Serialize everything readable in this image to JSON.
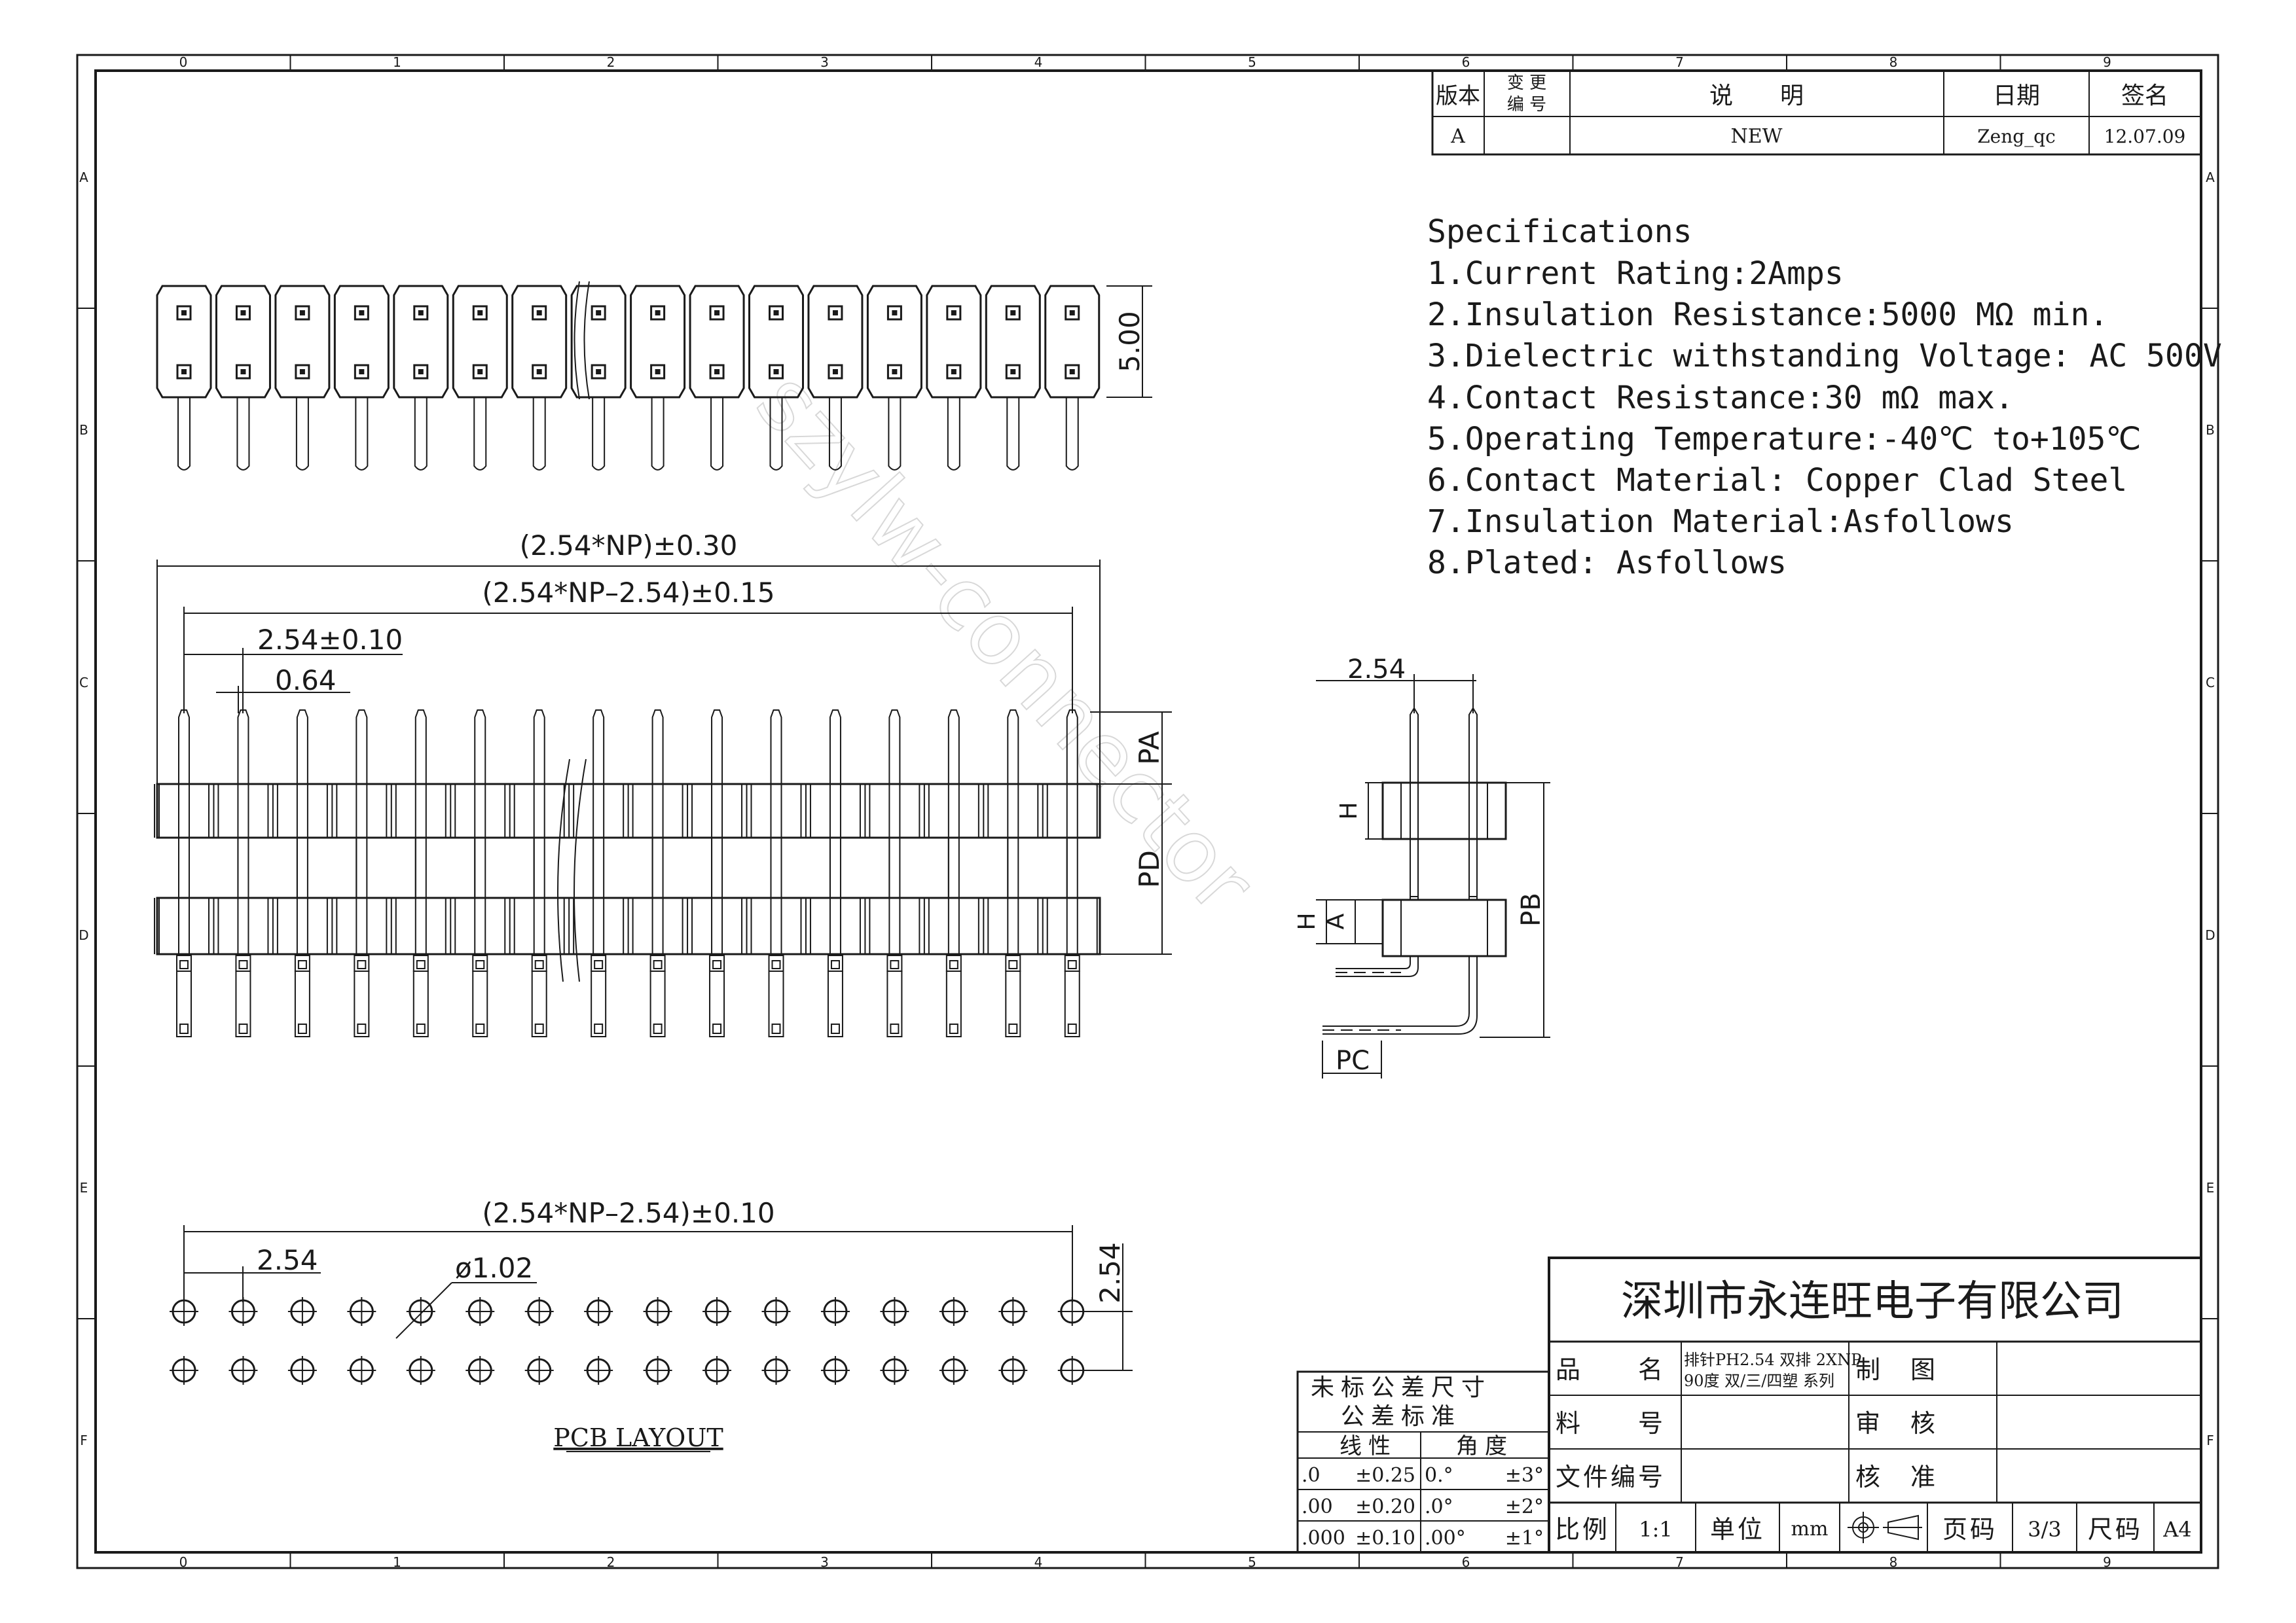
{
  "revision_block": {
    "headers": {
      "version": "版本",
      "change_no": "变 更\n编 号",
      "description": "说　　明",
      "date": "日期",
      "signature": "签名"
    },
    "row": {
      "version": "A",
      "change_no": "",
      "description": "NEW",
      "date": "Zeng_qc",
      "signature": "12.07.09"
    }
  },
  "grid_labels": {
    "columns": [
      "0",
      "1",
      "2",
      "3",
      "4",
      "5",
      "6",
      "7",
      "8",
      "9"
    ],
    "rows": [
      "A",
      "B",
      "C",
      "D",
      "E",
      "F"
    ]
  },
  "specifications": {
    "title": "Specifications",
    "items": [
      "1.Current Rating:2Amps",
      "2.Insulation Resistance:5000 MΩ min.",
      "3.Dielectric withstanding Voltage: AC 500V",
      "4.Contact Resistance:30 mΩ max.",
      "5.Operating Temperature:-40℃ to+105℃",
      "6.Contact Material: Copper Clad Steel",
      "7.Insulation Material:Asfollows",
      "8.Plated: Asfollows"
    ]
  },
  "dimensions": {
    "top_height": "5.00",
    "overall_length": "(2.54*NP)±0.30",
    "pitch_span": "(2.54*NP–2.54)±0.15",
    "pitch": "2.54±0.10",
    "pin_width": "0.64",
    "pa": "PA",
    "pd": "PD",
    "side_pitch": "2.54",
    "h_upper": "H",
    "h_lower": "H",
    "a": "A",
    "pb": "PB",
    "pc": "PC",
    "pcb_span": "(2.54*NP–2.54)±0.10",
    "pcb_pitch": "2.54",
    "hole_dia": "ø1.02",
    "pcb_row_pitch": "2.54",
    "pcb_layout_label": "PCB LAYOUT"
  },
  "tolerance_block": {
    "title_line1": "未标公差尺寸",
    "title_line2": "公差标准",
    "col_linear": "线性",
    "col_angle": "角度",
    "rows": [
      {
        "lin": ".0",
        "lin_tol": "±0.25",
        "ang": "0.°",
        "ang_tol": "±3°"
      },
      {
        "lin": ".00",
        "lin_tol": "±0.20",
        "ang": ".0°",
        "ang_tol": "±2°"
      },
      {
        "lin": ".000",
        "lin_tol": "±0.10",
        "ang": ".00°",
        "ang_tol": "±1°"
      }
    ]
  },
  "title_block": {
    "company": "深圳市永连旺电子有限公司",
    "product_label": "品　　名",
    "product_line1": "排针PH2.54 双排 2XNP",
    "product_line2": "90度 双/三/四塑 系列",
    "part_no_label": "料　　号",
    "part_no": "",
    "doc_no_label": "文件编号",
    "doc_no": "",
    "drawn_label": "制　图",
    "drawn": "",
    "checked_label": "审　核",
    "checked": "",
    "approved_label": "核　准",
    "approved": "",
    "scale_label": "比例",
    "scale": "1:1",
    "unit_label": "单位",
    "unit": "mm",
    "page_label": "页码",
    "page": "3/3",
    "size_label": "尺码",
    "size": "A4"
  },
  "pin_count_shown": 16
}
